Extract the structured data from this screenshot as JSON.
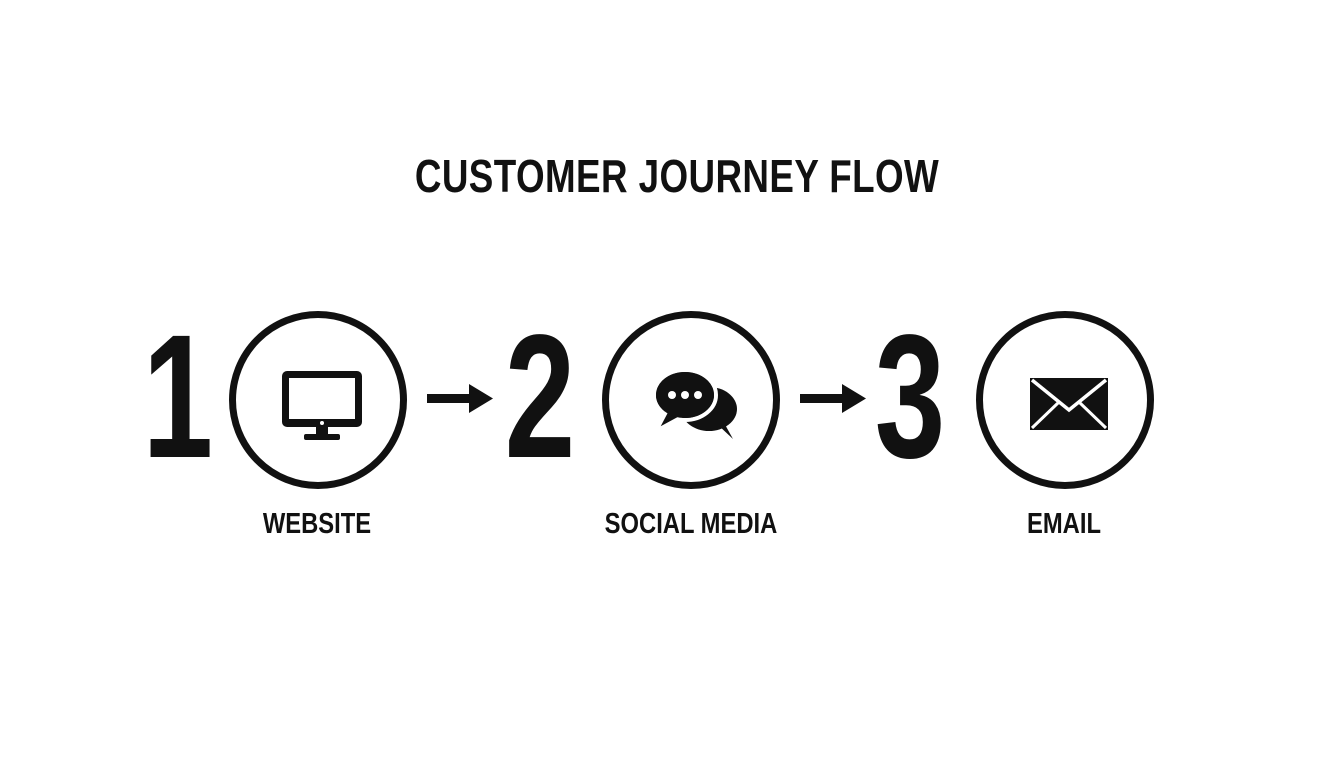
{
  "title": "CUSTOMER JOURNEY FLOW",
  "steps": [
    {
      "number": "1",
      "label": "WEBSITE",
      "icon": "monitor-icon"
    },
    {
      "number": "2",
      "label": "SOCIAL MEDIA",
      "icon": "chat-bubbles-icon"
    },
    {
      "number": "3",
      "label": "EMAIL",
      "icon": "envelope-icon"
    }
  ],
  "connectors": [
    "arrow-right-icon",
    "arrow-right-icon"
  ],
  "colors": {
    "foreground": "#111111",
    "background": "#ffffff"
  }
}
